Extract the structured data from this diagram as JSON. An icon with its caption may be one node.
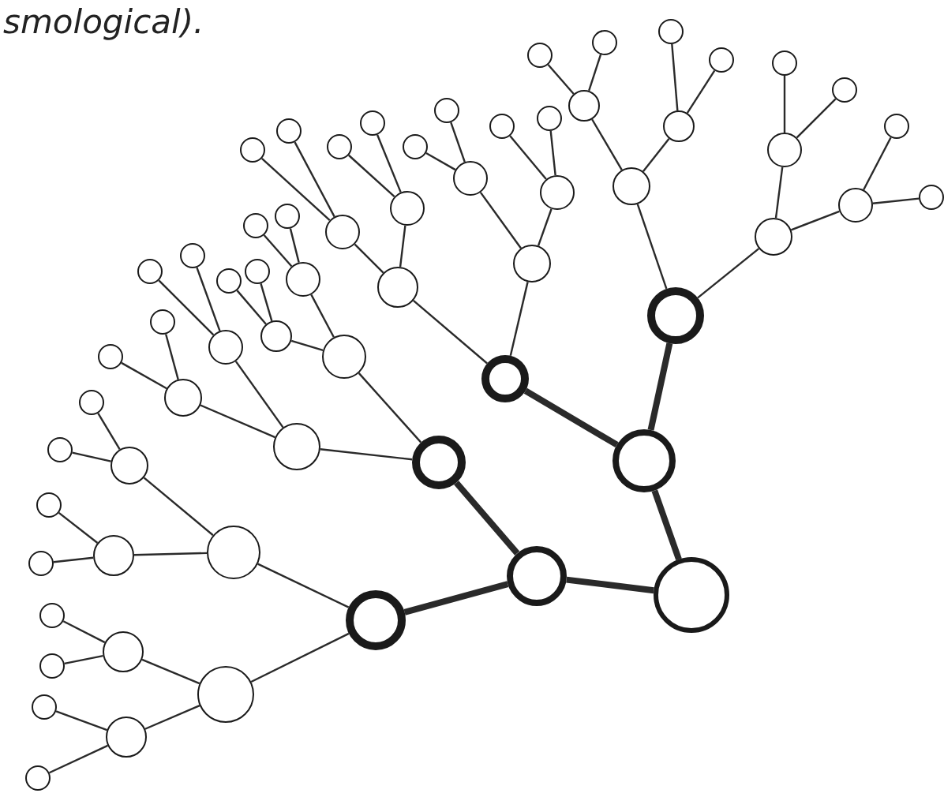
{
  "diagram": {
    "nodes": [
      {
        "text": [],
        "shape": "circle"
      },
      {
        "text": [],
        "shape": "circle"
      },
      {
        "text": [],
        "shape": "circle"
      },
      {
        "text": [],
        "shape": "circle"
      },
      {
        "text": [],
        "shape": "circle"
      },
      {
        "text": [],
        "shape": "circle"
      },
      {
        "text": [],
        "shape": "circle"
      },
      {
        "text": [],
        "shape": "circle"
      },
      {
        "text": [],
        "shape": "circle"
      },
      {
        "text": [],
        "shape": "circle"
      },
      {
        "text": [],
        "shape": "circle"
      },
      {
        "text": [],
        "shape": "circle"
      },
      {
        "text": [],
        "shape": "circle"
      },
      {
        "text": [],
        "shape": "circle"
      },
      {
        "text": [],
        "shape": "circle"
      },
      {
        "text": [],
        "shape": "circle"
      },
      {
        "text": [],
        "shape": "circle"
      },
      {
        "text": [],
        "shape": "circle"
      },
      {
        "text": [],
        "shape": "circle"
      },
      {
        "text": [],
        "shape": "circle"
      },
      {
        "text": [],
        "shape": "circle"
      },
      {
        "text": [],
        "shape": "circle"
      },
      {
        "text": [],
        "shape": "circle"
      },
      {
        "text": [],
        "shape": "circle"
      },
      {
        "text": [],
        "shape": "circle"
      },
      {
        "text": [],
        "shape": "circle"
      },
      {
        "text": [],
        "shape": "circle"
      },
      {
        "text": [],
        "shape": "circle"
      },
      {
        "text": [],
        "shape": "circle"
      },
      {
        "text": [],
        "shape": "circle"
      },
      {
        "text": [],
        "shape": "circle"
      },
      {
        "text": [],
        "shape": "circle"
      },
      {
        "text": [],
        "shape": "circle"
      },
      {
        "text": [],
        "shape": "circle"
      },
      {
        "text": [],
        "shape": "circle"
      },
      {
        "text": [],
        "shape": "circle"
      },
      {
        "text": [],
        "shape": "circle"
      },
      {
        "text": [],
        "shape": "circle"
      },
      {
        "text": [],
        "shape": "circle"
      },
      {
        "text": [],
        "shape": "circle"
      },
      {
        "text": [],
        "shape": "circle"
      },
      {
        "text": [],
        "shape": "circle"
      },
      {
        "text": [],
        "shape": "circle"
      },
      {
        "text": [],
        "shape": "circle"
      },
      {
        "text": [],
        "shape": "circle"
      },
      {
        "text": [],
        "shape": "circle"
      },
      {
        "text": [],
        "shape": "circle"
      },
      {
        "text": [],
        "shape": "circle"
      },
      {
        "text": [],
        "shape": "circle"
      },
      {
        "text": [],
        "shape": "circle"
      },
      {
        "text": [],
        "shape": "circle"
      },
      {
        "text": [],
        "shape": "circle"
      },
      {
        "text": [],
        "shape": "circle"
      },
      {
        "text": [],
        "shape": "circle"
      },
      {
        "text": [],
        "shape": "circle"
      },
      {
        "text": [],
        "shape": "circle"
      },
      {
        "text": [],
        "shape": "circle"
      },
      {
        "text": [],
        "shape": "circle"
      },
      {
        "text": [],
        "shape": "circle"
      },
      {
        "text": [],
        "shape": "circle"
      },
      {
        "text": [],
        "shape": "circle"
      },
      {
        "text": [],
        "shape": "circle"
      },
      {
        "text": [],
        "shape": "circle"
      }
    ],
    "edges": [
      {
        "from": 0,
        "to": 1,
        "arrow": "none",
        "style": "thick"
      },
      {
        "from": 0,
        "to": 2,
        "arrow": "none",
        "style": "thick"
      },
      {
        "from": 1,
        "to": 3,
        "arrow": "none",
        "style": "thick"
      },
      {
        "from": 1,
        "to": 4,
        "arrow": "none",
        "style": "thick"
      },
      {
        "from": 2,
        "to": 5,
        "arrow": "none",
        "style": "thick"
      },
      {
        "from": 2,
        "to": 6,
        "arrow": "none",
        "style": "thick"
      },
      {
        "from": 3,
        "to": 7,
        "arrow": "none"
      },
      {
        "from": 3,
        "to": 8,
        "arrow": "none"
      },
      {
        "from": 4,
        "to": 9,
        "arrow": "none"
      },
      {
        "from": 4,
        "to": 10,
        "arrow": "none"
      },
      {
        "from": 5,
        "to": 11,
        "arrow": "none"
      },
      {
        "from": 5,
        "to": 12,
        "arrow": "none"
      },
      {
        "from": 6,
        "to": 13,
        "arrow": "none"
      },
      {
        "from": 6,
        "to": 14,
        "arrow": "none"
      },
      {
        "from": 7,
        "to": 15,
        "arrow": "none"
      },
      {
        "from": 7,
        "to": 16,
        "arrow": "none"
      },
      {
        "from": 8,
        "to": 17,
        "arrow": "none"
      },
      {
        "from": 8,
        "to": 18,
        "arrow": "none"
      },
      {
        "from": 9,
        "to": 19,
        "arrow": "none"
      },
      {
        "from": 9,
        "to": 20,
        "arrow": "none"
      },
      {
        "from": 10,
        "to": 21,
        "arrow": "none"
      },
      {
        "from": 10,
        "to": 22,
        "arrow": "none"
      },
      {
        "from": 11,
        "to": 23,
        "arrow": "none"
      },
      {
        "from": 11,
        "to": 24,
        "arrow": "none"
      },
      {
        "from": 12,
        "to": 25,
        "arrow": "none"
      },
      {
        "from": 12,
        "to": 26,
        "arrow": "none"
      },
      {
        "from": 13,
        "to": 27,
        "arrow": "none"
      },
      {
        "from": 13,
        "to": 28,
        "arrow": "none"
      },
      {
        "from": 14,
        "to": 29,
        "arrow": "none"
      },
      {
        "from": 14,
        "to": 30,
        "arrow": "none"
      },
      {
        "from": 15,
        "to": 31,
        "arrow": "none"
      },
      {
        "from": 15,
        "to": 32,
        "arrow": "none"
      },
      {
        "from": 16,
        "to": 33,
        "arrow": "none"
      },
      {
        "from": 16,
        "to": 34,
        "arrow": "none"
      },
      {
        "from": 17,
        "to": 35,
        "arrow": "none"
      },
      {
        "from": 17,
        "to": 36,
        "arrow": "none"
      },
      {
        "from": 18,
        "to": 37,
        "arrow": "none"
      },
      {
        "from": 18,
        "to": 38,
        "arrow": "none"
      },
      {
        "from": 19,
        "to": 39,
        "arrow": "none"
      },
      {
        "from": 19,
        "to": 40,
        "arrow": "none"
      },
      {
        "from": 20,
        "to": 41,
        "arrow": "none"
      },
      {
        "from": 20,
        "to": 42,
        "arrow": "none"
      },
      {
        "from": 21,
        "to": 43,
        "arrow": "none"
      },
      {
        "from": 21,
        "to": 44,
        "arrow": "none"
      },
      {
        "from": 22,
        "to": 45,
        "arrow": "none"
      },
      {
        "from": 22,
        "to": 46,
        "arrow": "none"
      },
      {
        "from": 23,
        "to": 47,
        "arrow": "none"
      },
      {
        "from": 23,
        "to": 48,
        "arrow": "none"
      },
      {
        "from": 24,
        "to": 49,
        "arrow": "none"
      },
      {
        "from": 24,
        "to": 50,
        "arrow": "none"
      },
      {
        "from": 25,
        "to": 51,
        "arrow": "none"
      },
      {
        "from": 25,
        "to": 52,
        "arrow": "none"
      },
      {
        "from": 26,
        "to": 53,
        "arrow": "none"
      },
      {
        "from": 26,
        "to": 54,
        "arrow": "none"
      },
      {
        "from": 27,
        "to": 55,
        "arrow": "none"
      },
      {
        "from": 27,
        "to": 56,
        "arrow": "none"
      },
      {
        "from": 28,
        "to": 57,
        "arrow": "none"
      },
      {
        "from": 28,
        "to": 58,
        "arrow": "none"
      },
      {
        "from": 29,
        "to": 59,
        "arrow": "none"
      },
      {
        "from": 29,
        "to": 60,
        "arrow": "none"
      },
      {
        "from": 30,
        "to": 61,
        "arrow": "none"
      },
      {
        "from": 30,
        "to": 62,
        "arrow": "none"
      }
    ],
    "labels": [
      "smological)."
    ]
  }
}
